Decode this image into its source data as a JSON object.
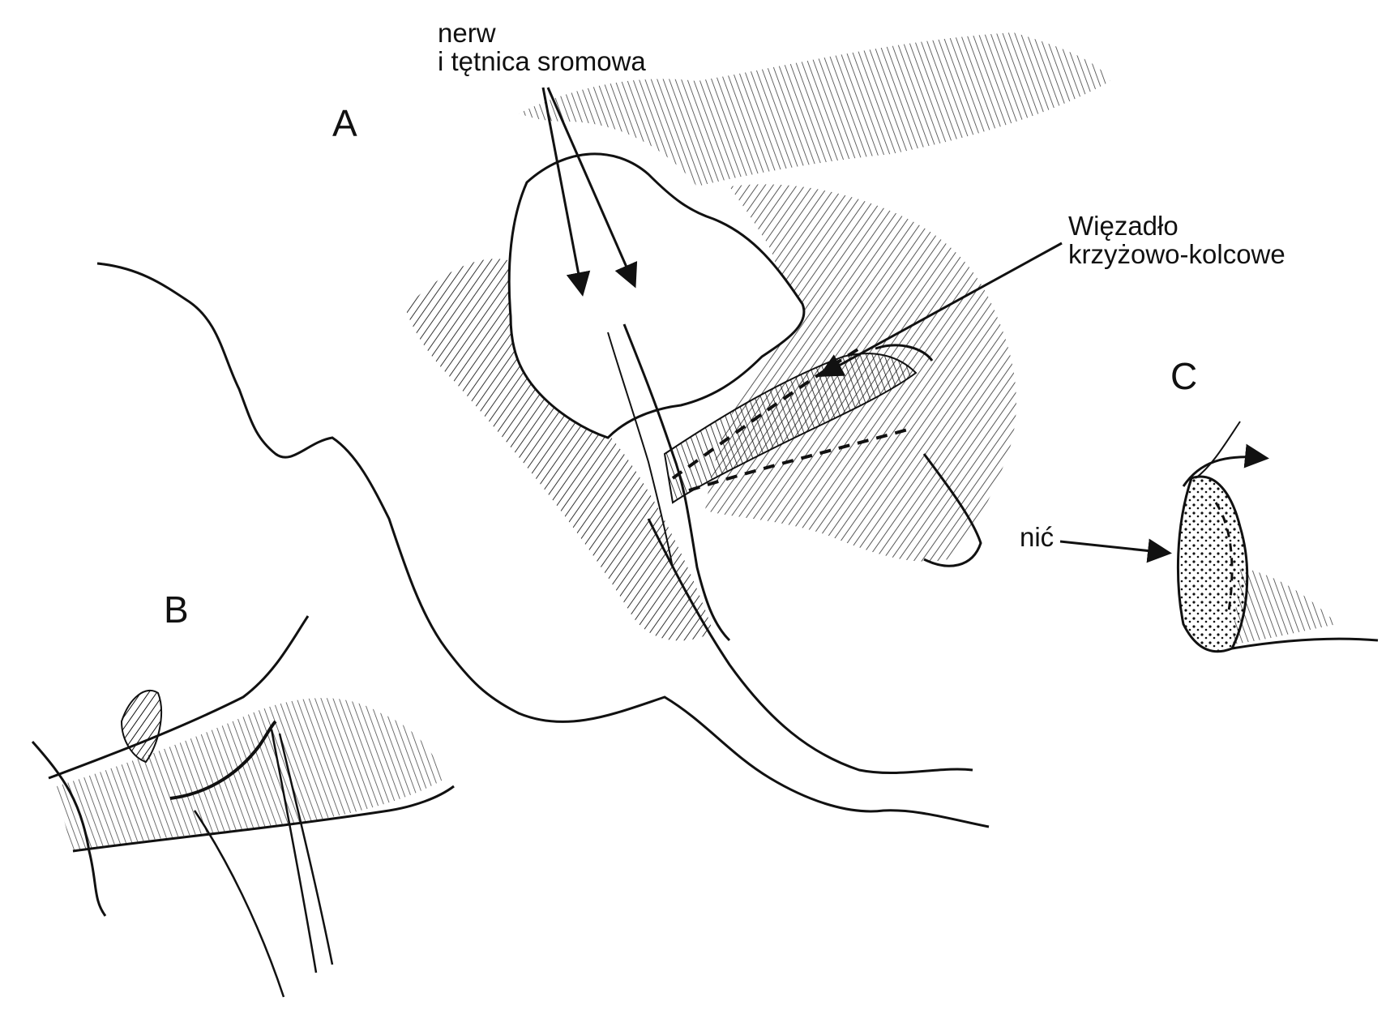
{
  "panels": {
    "a": "A",
    "b": "B",
    "c": "C"
  },
  "annotations": {
    "nerve_line1": "nerw",
    "nerve_line2": "i tętnica sromowa",
    "ligament_line1": "Więzadło",
    "ligament_line2": "krzyżowo-kolcowe",
    "suture": "nić"
  },
  "colors": {
    "ink": "#111111",
    "paper": "#ffffff"
  }
}
